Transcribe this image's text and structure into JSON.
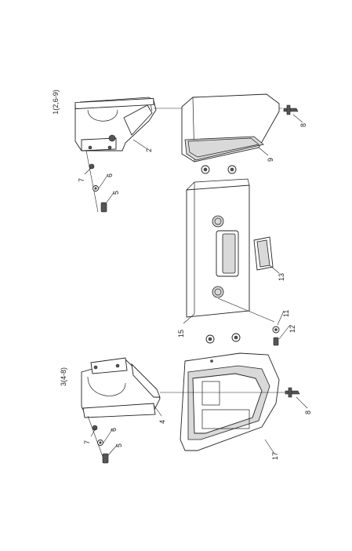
{
  "assemblies": {
    "top": "1(2,6-9)",
    "bottom": "3(4-8)"
  },
  "part_labels": {
    "p2": "2",
    "p4": "4",
    "p5_top": "5",
    "p5_bottom": "5",
    "p6_top": "6",
    "p6_bottom": "6",
    "p7_top": "7",
    "p7_bottom": "7",
    "p8_top": "8",
    "p8_bottom": "8",
    "p9": "9",
    "p11": "11",
    "p12": "12",
    "p13": "13",
    "p15": "15",
    "p17": "17"
  }
}
